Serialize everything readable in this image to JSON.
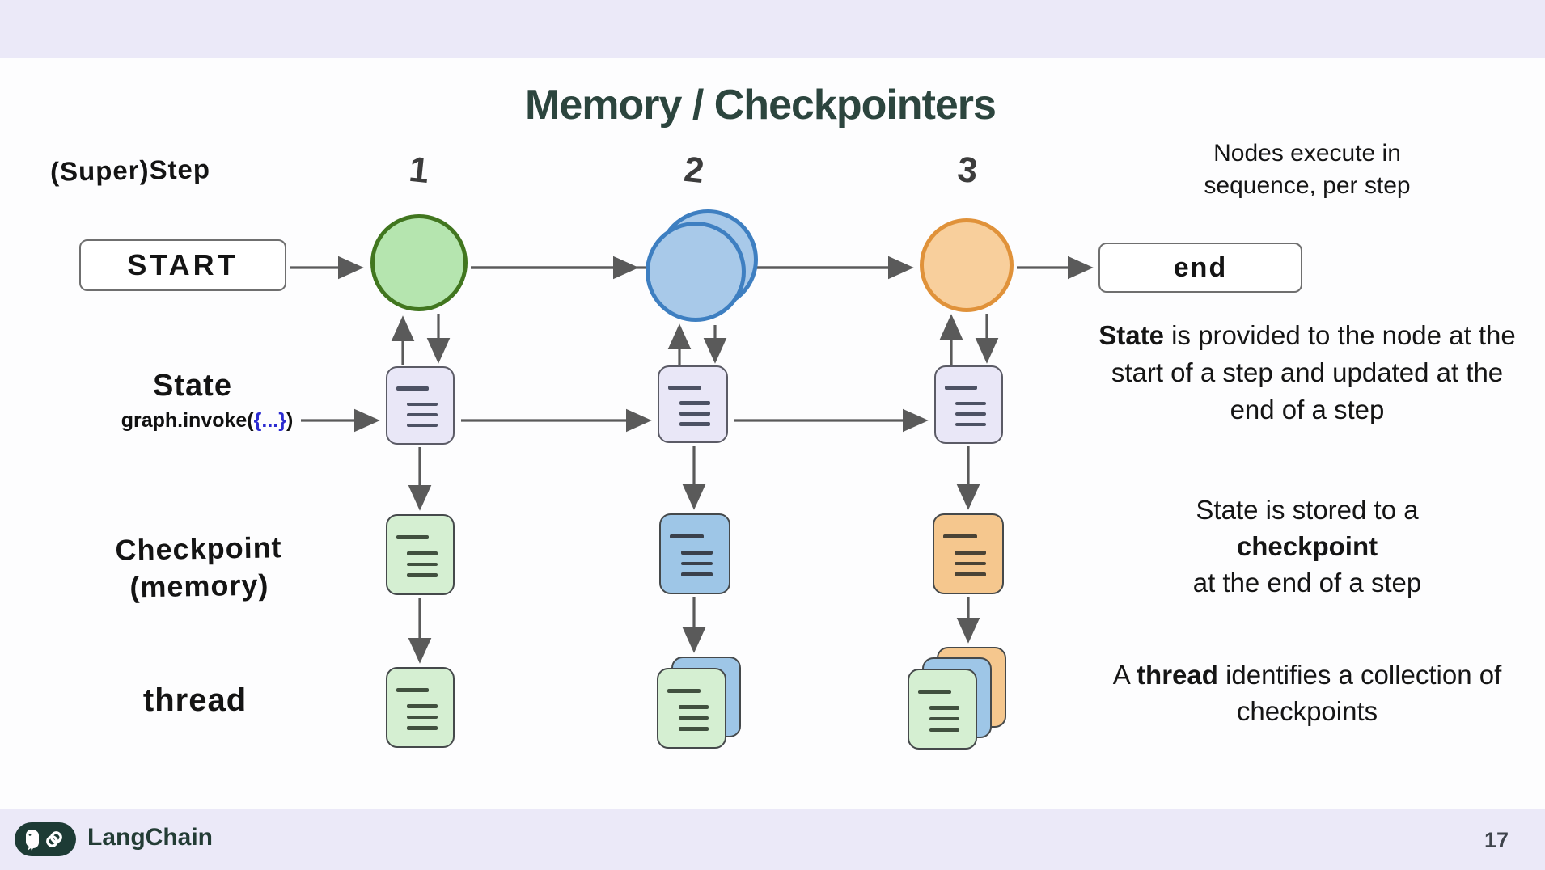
{
  "slide": {
    "title": "Memory / Checkpointers"
  },
  "diagram": {
    "superstep_label": "(Super)Step",
    "steps": [
      "1",
      "2",
      "3"
    ],
    "start_label": "START",
    "end_label": "end",
    "state_label": "State",
    "invoke": {
      "prefix": "graph.invoke(",
      "braces": "{...}",
      "suffix": ")"
    },
    "checkpoint_label_line1": "Checkpoint",
    "checkpoint_label_line2": "(memory)",
    "thread_label": "thread"
  },
  "annotations": {
    "nodes_exec": {
      "line1": "Nodes execute in",
      "line2": "sequence, per step"
    },
    "state_note": {
      "bold": "State",
      "rest": " is provided to the node at the start of a step and updated at the end of a step"
    },
    "checkpoint_note": {
      "line1": "State is stored to a",
      "bold": "checkpoint",
      "line3": "at the end of a step"
    },
    "thread_note": {
      "prefix": "A ",
      "bold": "thread",
      "suffix": " identifies a collection of checkpoints"
    }
  },
  "footer": {
    "brand": "LangChain",
    "page_number": "17"
  },
  "colors": {
    "accent_strip": "#ebe9f8",
    "title": "#2c453e",
    "node_green_fill": "#b5e5af",
    "node_green_border": "#41761f",
    "node_blue_fill": "#a8c9e9",
    "node_blue_border": "#3e7fc1",
    "node_orange_fill": "#f8cf9c",
    "node_orange_border": "#e0923a",
    "state_doc_fill": "#e9e7f7",
    "checkpoint_green_fill": "#d5efd2",
    "checkpoint_blue_fill": "#9ec6e7",
    "checkpoint_orange_fill": "#f5c78e",
    "arrow": "#5a5a5a",
    "invoke_braces": "#2a2ad0",
    "brand_teal": "#1d3b35"
  }
}
